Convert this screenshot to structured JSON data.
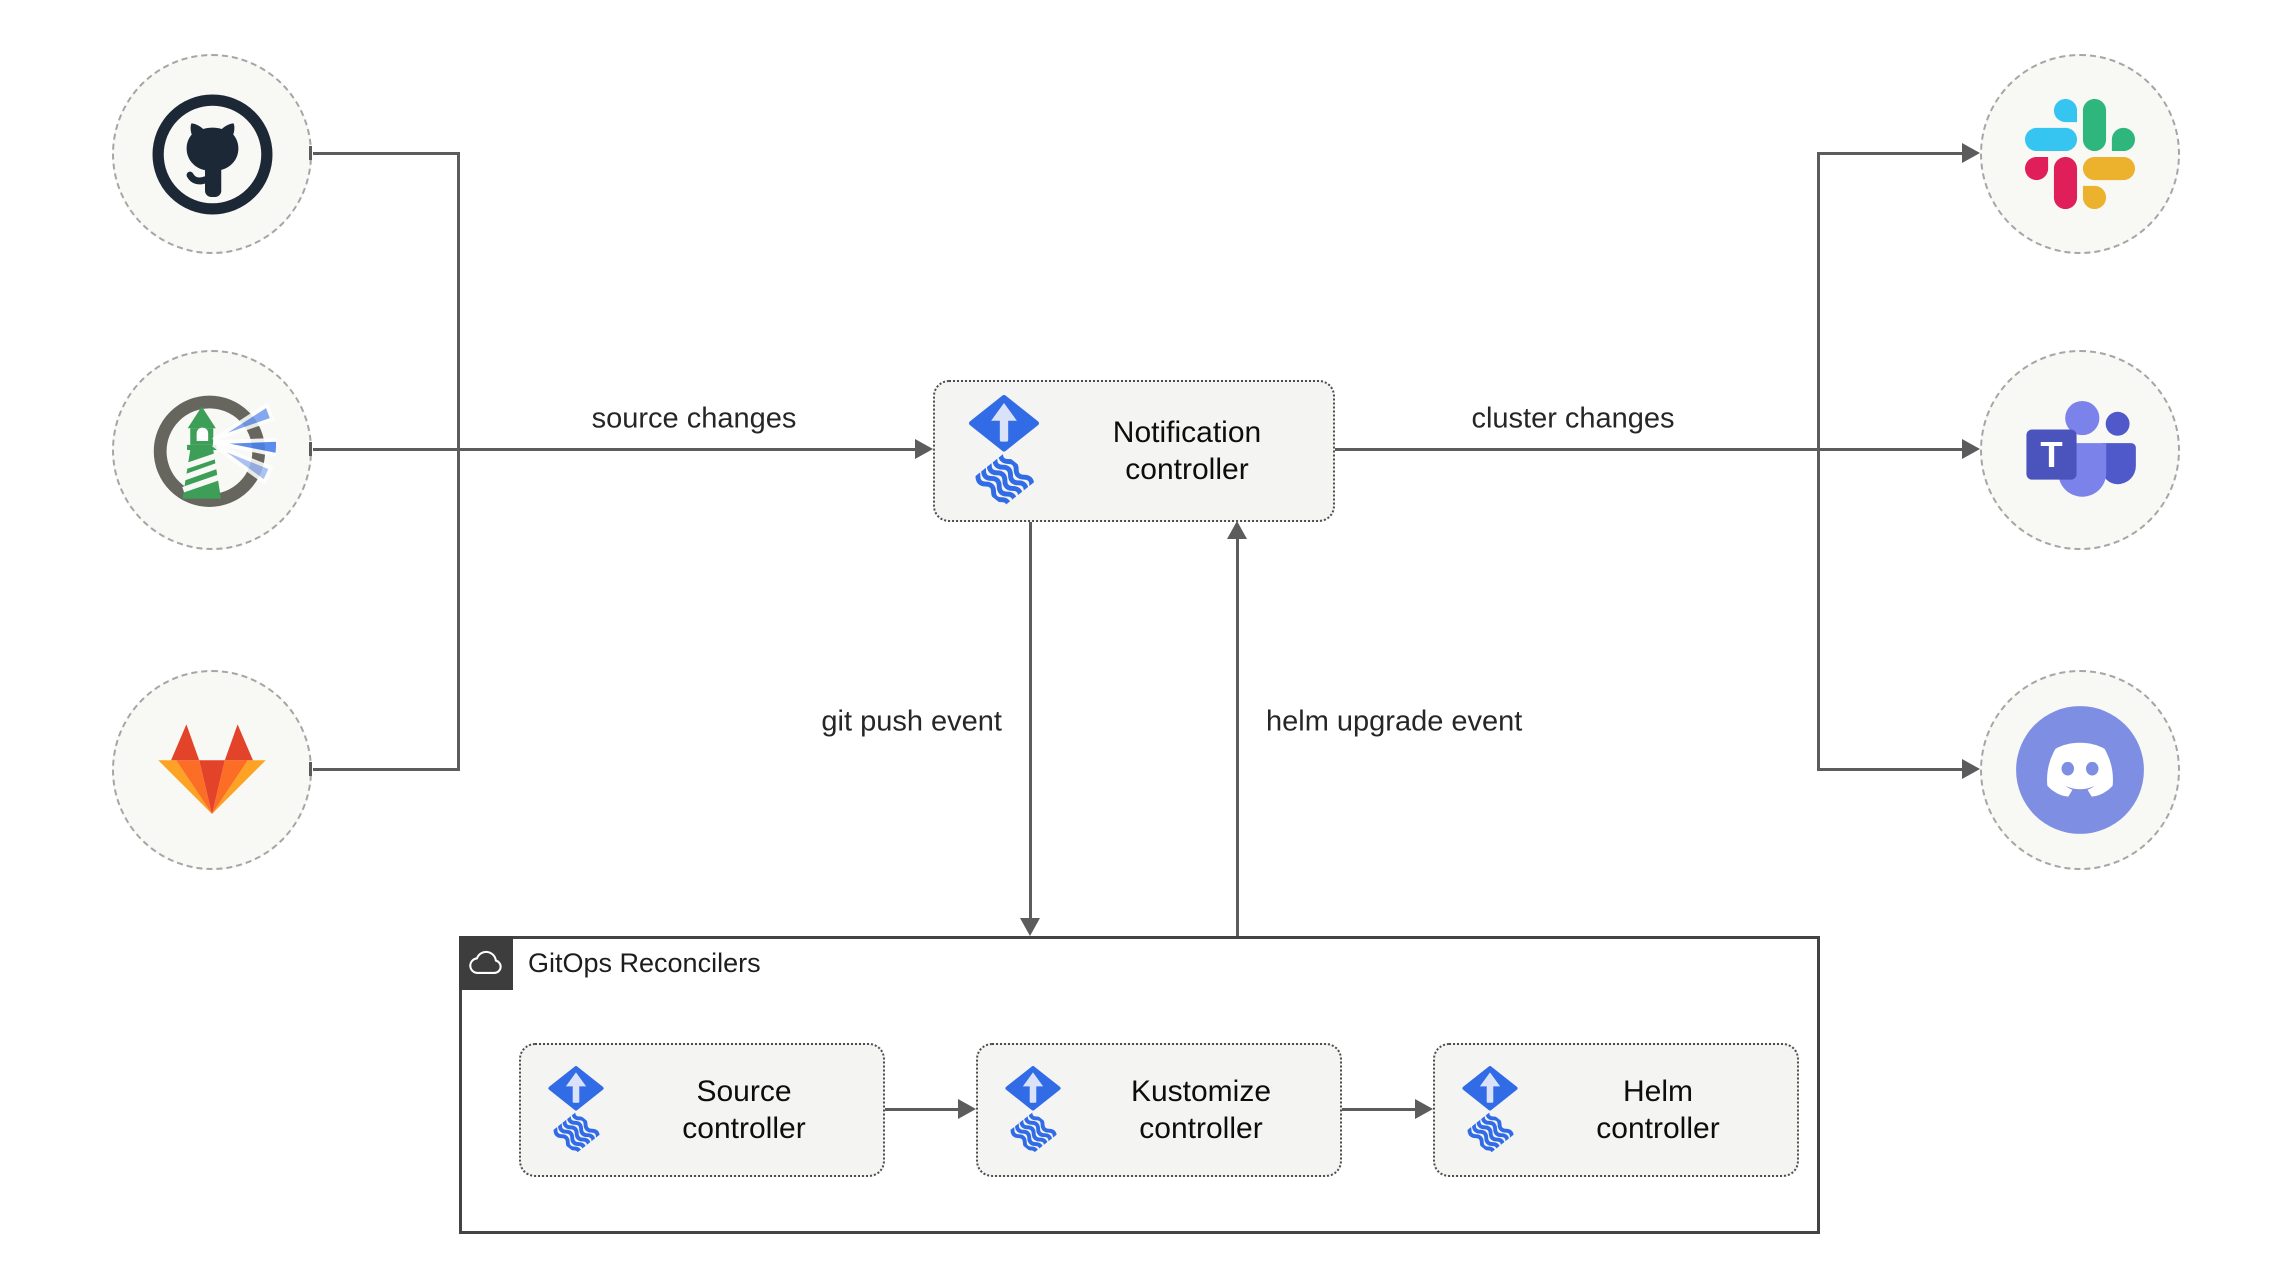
{
  "nodes": {
    "notification": {
      "label": "Notification controller"
    },
    "sources": [
      {
        "name": "github"
      },
      {
        "name": "harbor"
      },
      {
        "name": "gitlab"
      }
    ],
    "alert_providers": [
      {
        "name": "slack"
      },
      {
        "name": "teams",
        "t_letter": "T"
      },
      {
        "name": "discord"
      }
    ]
  },
  "edges": {
    "source_changes": "source changes",
    "cluster_changes": "cluster changes",
    "git_push": "git push event",
    "helm_upgrade": "helm upgrade event"
  },
  "reconcilers": {
    "title": "GitOps Reconcilers",
    "items": [
      {
        "label": "Source controller"
      },
      {
        "label": "Kustomize controller"
      },
      {
        "label": "Helm controller"
      }
    ]
  },
  "colors": {
    "flux_blue": "#316ce6",
    "flux_arrow": "#d9e2f8",
    "connector_gray": "#5c5c5c",
    "box_fill": "#f4f4f3",
    "node_fill": "#f8f8f5",
    "container_border": "#434343",
    "badge_bg": "#3d3d3d",
    "github": "#1d2836",
    "harbor_ring": "#66665f",
    "harbor_green": "#3c9e57",
    "harbor_beam": "#4d82ec",
    "gitlab_red": "#e24329",
    "gitlab_orange": "#fc6d26",
    "gitlab_yellow": "#fca326",
    "slack_blue": "#36c5f0",
    "slack_green": "#2eb67d",
    "slack_red": "#e01e5a",
    "slack_yellow": "#ecb22e",
    "teams_light": "#7b83eb",
    "teams_mid": "#5059c9",
    "teams_dark": "#4b53bc",
    "discord": "#7e8fe3"
  }
}
